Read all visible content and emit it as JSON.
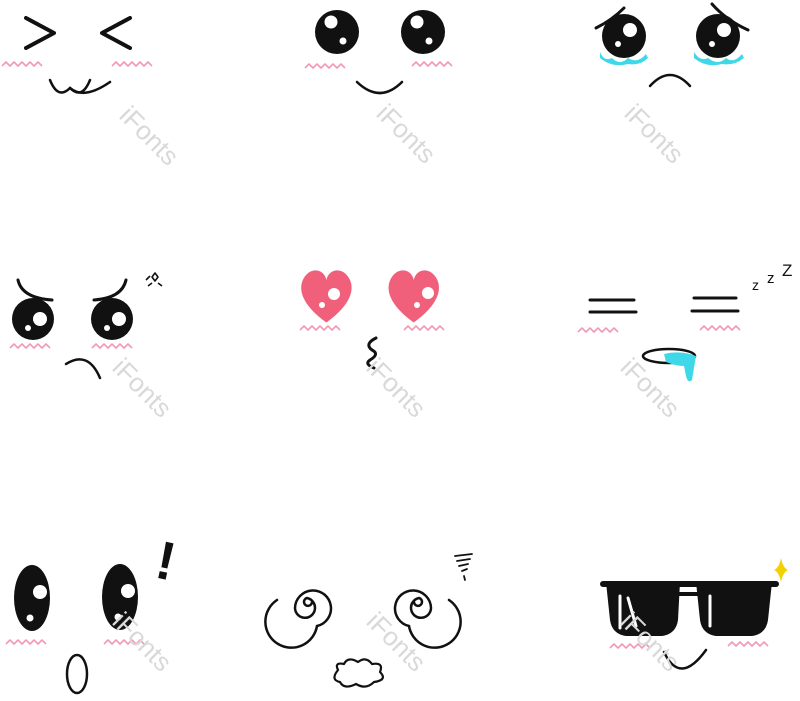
{
  "watermark": "iFonts",
  "colors": {
    "ink": "#111111",
    "blush": "#f29ab6",
    "tear": "#3fd8e8",
    "heart": "#f0607a"
  },
  "stickers": [
    {
      "name": "squint-face"
    },
    {
      "name": "smile-face"
    },
    {
      "name": "crying-face"
    },
    {
      "name": "angry-face"
    },
    {
      "name": "heart-eyes-face"
    },
    {
      "name": "sleepy-face",
      "sleep_text": [
        "z",
        "z",
        "Z"
      ]
    },
    {
      "name": "surprised-face",
      "mark": "!"
    },
    {
      "name": "dizzy-face"
    },
    {
      "name": "cool-face"
    }
  ]
}
